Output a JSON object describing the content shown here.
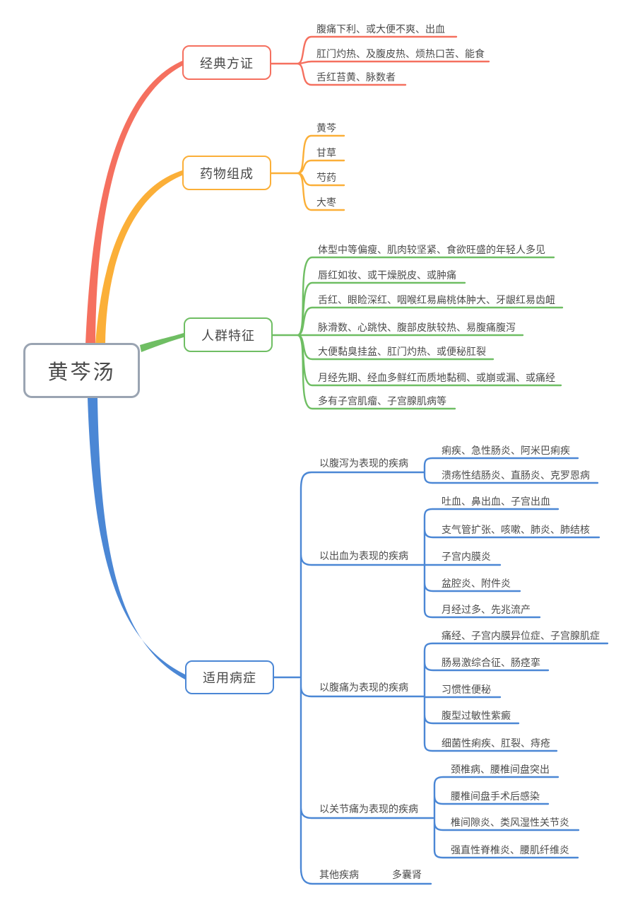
{
  "root": {
    "label": "黄芩汤"
  },
  "colors": {
    "classic": "#F5705F",
    "composition": "#FBAF38",
    "population": "#6FBE63",
    "indications": "#4B87D5",
    "root_border": "#9AA4B2",
    "text": "#4C4C4C"
  },
  "branches": [
    {
      "label": "经典方证",
      "children": [
        {
          "label": "腹痛下利、或大便不爽、出血"
        },
        {
          "label": "肛门灼热、及腹皮热、烦热口苦、能食"
        },
        {
          "label": "舌红苔黄、脉数者"
        }
      ]
    },
    {
      "label": "药物组成",
      "children": [
        {
          "label": "黄芩"
        },
        {
          "label": "甘草"
        },
        {
          "label": "芍药"
        },
        {
          "label": "大枣"
        }
      ]
    },
    {
      "label": "人群特征",
      "children": [
        {
          "label": "体型中等偏瘦、肌肉较坚紧、食欲旺盛的年轻人多见"
        },
        {
          "label": "唇红如妆、或干燥脱皮、或肿痛"
        },
        {
          "label": "舌红、眼睑深红、咽喉红易扁桃体肿大、牙龈红易齿衄"
        },
        {
          "label": "脉滑数、心跳快、腹部皮肤较热、易腹痛腹泻"
        },
        {
          "label": "大便黏臭挂盆、肛门灼热、或便秘肛裂"
        },
        {
          "label": "月经先期、经血多鲜红而质地黏稠、或崩或漏、或痛经"
        },
        {
          "label": "多有子宫肌瘤、子宫腺肌病等"
        }
      ]
    },
    {
      "label": "适用病症",
      "children": [
        {
          "label": "以腹泻为表现的疾病",
          "children": [
            {
              "label": "痢疾、急性肠炎、阿米巴痢疾"
            },
            {
              "label": "溃疡性结肠炎、直肠炎、克罗恩病"
            }
          ]
        },
        {
          "label": "以出血为表现的疾病",
          "children": [
            {
              "label": "吐血、鼻出血、子宫出血"
            },
            {
              "label": "支气管扩张、咳嗽、肺炎、肺结核"
            },
            {
              "label": "子宫内膜炎"
            },
            {
              "label": "盆腔炎、附件炎"
            },
            {
              "label": "月经过多、先兆流产"
            }
          ]
        },
        {
          "label": "以腹痛为表现的疾病",
          "children": [
            {
              "label": "痛经、子宫内膜异位症、子宫腺肌症"
            },
            {
              "label": "肠易激综合征、肠痉挛"
            },
            {
              "label": "习惯性便秘"
            },
            {
              "label": "腹型过敏性紫癜"
            },
            {
              "label": "细菌性痢疾、肛裂、痔疮"
            }
          ]
        },
        {
          "label": "以关节痛为表现的疾病",
          "children": [
            {
              "label": "颈椎病、腰椎间盘突出"
            },
            {
              "label": "腰椎间盘手术后感染"
            },
            {
              "label": "椎间隙炎、类风湿性关节炎"
            },
            {
              "label": "强直性脊椎炎、腰肌纤维炎"
            }
          ]
        },
        {
          "label": "其他疾病",
          "children": [
            {
              "label": "多囊肾"
            }
          ]
        }
      ]
    }
  ]
}
